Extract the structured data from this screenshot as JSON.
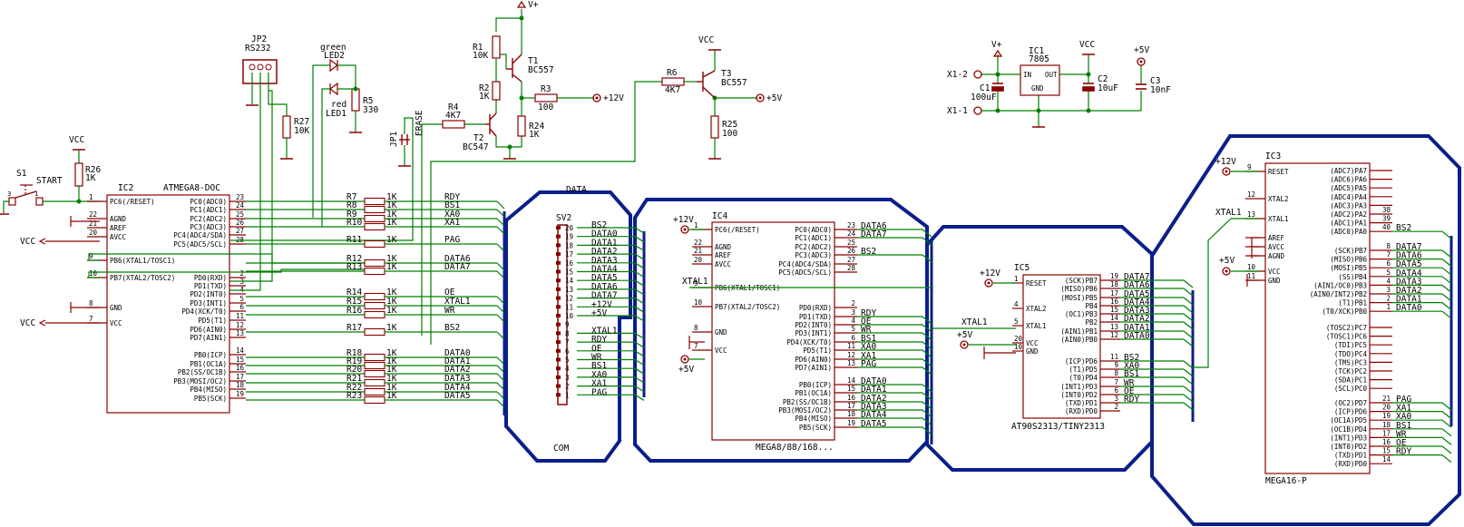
{
  "colors": {
    "wire": "#008000",
    "symbol": "#8b0000",
    "bus": "#0b1f8a",
    "text": "#000000"
  },
  "power": {
    "vcc": "VCC",
    "vplus": "V+",
    "p5": "+5V",
    "p12": "+12V"
  },
  "ic2": {
    "name": "IC2",
    "value": "ATMEGA8-DOC",
    "left_pins": [
      {
        "num": "1",
        "name": "PC6(/RESET)"
      },
      {
        "num": "22",
        "name": "AGND"
      },
      {
        "num": "21",
        "name": "AREF"
      },
      {
        "num": "20",
        "name": "AVCC"
      },
      {
        "num": "9",
        "name": "PB6(XTAL1/TOSC1)"
      },
      {
        "num": "10",
        "name": "PB7(XTAL2/TOSC2)"
      },
      {
        "num": "8",
        "name": "GND"
      },
      {
        "num": "7",
        "name": "VCC"
      }
    ],
    "right_pins": [
      {
        "num": "23",
        "name": "PC0(ADC0)"
      },
      {
        "num": "24",
        "name": "PC1(ADC1)"
      },
      {
        "num": "25",
        "name": "PC2(ADC2)"
      },
      {
        "num": "26",
        "name": "PC3(ADC3)"
      },
      {
        "num": "27",
        "name": "PC4(ADC4/SDA)"
      },
      {
        "num": "28",
        "name": "PC5(ADC5/SCL)"
      },
      {
        "num": "2",
        "name": "PD0(RXD)"
      },
      {
        "num": "3",
        "name": "PD1(TXD)"
      },
      {
        "num": "4",
        "name": "PD2(INT0)"
      },
      {
        "num": "5",
        "name": "PD3(INT1)"
      },
      {
        "num": "6",
        "name": "PD4(XCK/T0)"
      },
      {
        "num": "11",
        "name": "PD5(T1)"
      },
      {
        "num": "12",
        "name": "PD6(AIN0)"
      },
      {
        "num": "13",
        "name": "PD7(AIN1)"
      },
      {
        "num": "14",
        "name": "PB0(ICP)"
      },
      {
        "num": "15",
        "name": "PB1(OC1A)"
      },
      {
        "num": "16",
        "name": "PB2(SS/OC1B)"
      },
      {
        "num": "17",
        "name": "PB3(MOSI/OC2)"
      },
      {
        "num": "18",
        "name": "PB4(MISO)"
      },
      {
        "num": "19",
        "name": "PB5(SCK)"
      }
    ]
  },
  "resistors": [
    {
      "ref": "R7",
      "value": "1K",
      "net": "RDY"
    },
    {
      "ref": "R8",
      "value": "1K",
      "net": "BS1"
    },
    {
      "ref": "R9",
      "value": "1K",
      "net": "XA0"
    },
    {
      "ref": "R10",
      "value": "1K",
      "net": "XA1"
    },
    {
      "ref": "R11",
      "value": "1K",
      "net": "PAG"
    },
    {
      "ref": "R12",
      "value": "1K",
      "net": "DATA6"
    },
    {
      "ref": "R13",
      "value": "1K",
      "net": "DATA7"
    },
    {
      "ref": "R14",
      "value": "1K",
      "net": "OE"
    },
    {
      "ref": "R15",
      "value": "1K",
      "net": "XTAL1"
    },
    {
      "ref": "R16",
      "value": "1K",
      "net": "WR"
    },
    {
      "ref": "R17",
      "value": "1K",
      "net": "BS2"
    },
    {
      "ref": "R18",
      "value": "1K",
      "net": "DATA0"
    },
    {
      "ref": "R19",
      "value": "1K",
      "net": "DATA1"
    },
    {
      "ref": "R20",
      "value": "1K",
      "net": "DATA2"
    },
    {
      "ref": "R21",
      "value": "1K",
      "net": "DATA3"
    },
    {
      "ref": "R22",
      "value": "1K",
      "net": "DATA4"
    },
    {
      "ref": "R23",
      "value": "1K",
      "net": "DATA5"
    }
  ],
  "s1": {
    "ref": "S1",
    "label": "START"
  },
  "r26": {
    "ref": "R26",
    "value": "1K"
  },
  "r27": {
    "ref": "R27",
    "value": "10K"
  },
  "jp2": {
    "ref": "JP2",
    "value": "RS232"
  },
  "led2": {
    "ref": "LED2",
    "color": "green"
  },
  "led1": {
    "ref": "LED1",
    "color": "red"
  },
  "r5": {
    "ref": "R5",
    "value": "330"
  },
  "jp1": {
    "ref": "JP1",
    "label": "ERASE"
  },
  "r4": {
    "ref": "R4",
    "value": "4K7"
  },
  "r1": {
    "ref": "R1",
    "value": "10K"
  },
  "r2": {
    "ref": "R2",
    "value": "1K"
  },
  "r3": {
    "ref": "R3",
    "value": "100"
  },
  "r24": {
    "ref": "R24",
    "value": "1K"
  },
  "t1": {
    "ref": "T1",
    "value": "BC557"
  },
  "t2": {
    "ref": "T2",
    "value": "BC547"
  },
  "r6": {
    "ref": "R6",
    "value": "4K7"
  },
  "t3": {
    "ref": "T3",
    "value": "BC557"
  },
  "r25": {
    "ref": "R25",
    "value": "100"
  },
  "supply": {
    "x1_2": "X1-2",
    "x1_1": "X1-1",
    "ic1": "IC1",
    "ic1_value": "7805",
    "in": "IN",
    "out": "OUT",
    "gnd": "GND",
    "c1": "C1",
    "c1_value": "100uF",
    "c2": "C2",
    "c2_value": "10uF",
    "c3": "C3",
    "c3_value": "10nF"
  },
  "sv2": {
    "ref": "SV2",
    "bus_title": "DATA",
    "bus_bottom": "COM",
    "pins": [
      {
        "num": "20",
        "net": "BS2"
      },
      {
        "num": "19",
        "net": "DATA0"
      },
      {
        "num": "18",
        "net": "DATA1"
      },
      {
        "num": "17",
        "net": "DATA2"
      },
      {
        "num": "16",
        "net": "DATA3"
      },
      {
        "num": "15",
        "net": "DATA4"
      },
      {
        "num": "14",
        "net": "DATA5"
      },
      {
        "num": "13",
        "net": "DATA6"
      },
      {
        "num": "12",
        "net": "DATA7"
      },
      {
        "num": "11",
        "net": "+12V"
      },
      {
        "num": "10",
        "net": "+5V"
      },
      {
        "num": "9",
        "net": ""
      },
      {
        "num": "8",
        "net": "XTAL1"
      },
      {
        "num": "7",
        "net": "RDY"
      },
      {
        "num": "6",
        "net": "OE"
      },
      {
        "num": "5",
        "net": "WR"
      },
      {
        "num": "4",
        "net": "BS1"
      },
      {
        "num": "3",
        "net": "XA0"
      },
      {
        "num": "2",
        "net": "XA1"
      },
      {
        "num": "1",
        "net": "PAG"
      }
    ]
  },
  "ic4": {
    "name": "IC4",
    "value": "MEGA8/88/168...",
    "left_pins": [
      {
        "num": "1",
        "name": "PC6(/RESET)"
      },
      {
        "num": "22",
        "name": "AGND"
      },
      {
        "num": "21",
        "name": "AREF"
      },
      {
        "num": "20",
        "name": "AVCC"
      },
      {
        "num": "9",
        "name": "PB6(XTAL1/TOSC1)"
      },
      {
        "num": "10",
        "name": "PB7(XTAL2/TOSC2)"
      },
      {
        "num": "8",
        "name": "GND"
      },
      {
        "num": "7",
        "name": "VCC"
      }
    ],
    "right_pins": [
      {
        "num": "23",
        "name": "PC0(ADC0)",
        "net": "DATA6"
      },
      {
        "num": "24",
        "name": "PC1(ADC1)",
        "net": "DATA7"
      },
      {
        "num": "25",
        "name": "PC2(ADC2)",
        "net": ""
      },
      {
        "num": "26",
        "name": "PC3(ADC3)",
        "net": "BS2"
      },
      {
        "num": "27",
        "name": "PC4(ADC4/SDA)",
        "net": ""
      },
      {
        "num": "28",
        "name": "PC5(ADC5/SCL)",
        "net": ""
      },
      {
        "num": "2",
        "name": "PD0(RXD)",
        "net": ""
      },
      {
        "num": "3",
        "name": "PD1(TXD)",
        "net": "RDY"
      },
      {
        "num": "4",
        "name": "PD2(INT0)",
        "net": "OE"
      },
      {
        "num": "5",
        "name": "PD3(INT1)",
        "net": "WR"
      },
      {
        "num": "6",
        "name": "PD4(XCK/T0)",
        "net": "BS1"
      },
      {
        "num": "11",
        "name": "PD5(T1)",
        "net": "XA0"
      },
      {
        "num": "12",
        "name": "PD6(AIN0)",
        "net": "XA1"
      },
      {
        "num": "13",
        "name": "PD7(AIN1)",
        "net": "PAG"
      },
      {
        "num": "14",
        "name": "PB0(ICP)",
        "net": "DATA0"
      },
      {
        "num": "15",
        "name": "PB1(OC1A)",
        "net": "DATA1"
      },
      {
        "num": "16",
        "name": "PB2(SS/OC1B)",
        "net": "DATA2"
      },
      {
        "num": "17",
        "name": "PB3(MOSI/OC2)",
        "net": "DATA3"
      },
      {
        "num": "18",
        "name": "PB4(MISO)",
        "net": "DATA4"
      },
      {
        "num": "19",
        "name": "PB5(SCK)",
        "net": "DATA5"
      }
    ],
    "xtal_label": "XTAL1"
  },
  "ic5": {
    "name": "IC5",
    "value": "AT90S2313/TINY2313",
    "left_pins": [
      {
        "num": "1",
        "name": "RESET"
      },
      {
        "num": "4",
        "name": "XTAL2"
      },
      {
        "num": "5",
        "name": "XTAL1"
      },
      {
        "num": "20",
        "name": "VCC"
      },
      {
        "num": "10",
        "name": "GND"
      }
    ],
    "right_pins": [
      {
        "num": "19",
        "name": "(SCK)PB7",
        "net": "DATA7"
      },
      {
        "num": "18",
        "name": "(MISO)PB6",
        "net": "DATA6"
      },
      {
        "num": "17",
        "name": "(MOSI)PB5",
        "net": "DATA5"
      },
      {
        "num": "16",
        "name": "PB4",
        "net": "DATA4"
      },
      {
        "num": "15",
        "name": "(OC1)PB3",
        "net": "DATA3"
      },
      {
        "num": "14",
        "name": "PB2",
        "net": "DATA2"
      },
      {
        "num": "13",
        "name": "(AIN1)PB1",
        "net": "DATA1"
      },
      {
        "num": "12",
        "name": "(AIN0)PB0",
        "net": "DATA0"
      },
      {
        "num": "11",
        "name": "(ICP)PD6",
        "net": "BS2"
      },
      {
        "num": "9",
        "name": "(T1)PD5",
        "net": "XA0"
      },
      {
        "num": "8",
        "name": "(T0)PD4",
        "net": "BS1"
      },
      {
        "num": "7",
        "name": "(INT1)PD3",
        "net": "WR"
      },
      {
        "num": "6",
        "name": "(INT0)PD2",
        "net": "OE"
      },
      {
        "num": "3",
        "name": "(TXD)PD1",
        "net": "RDY"
      },
      {
        "num": "2",
        "name": "(RXD)PD0",
        "net": ""
      }
    ],
    "xtal_label": "XTAL1"
  },
  "ic3": {
    "name": "IC3",
    "value": "MEGA16-P",
    "left_pins": [
      {
        "num": "9",
        "name": "RESET"
      },
      {
        "num": "12",
        "name": "XTAL2"
      },
      {
        "num": "13",
        "name": "XTAL1"
      },
      {
        "num": "",
        "name": "AREF"
      },
      {
        "num": "",
        "name": "AVCC"
      },
      {
        "num": "",
        "name": "AGND"
      },
      {
        "num": "10",
        "name": "VCC"
      },
      {
        "num": "11",
        "name": "GND"
      }
    ],
    "right_pins": [
      {
        "num": "",
        "name": "(ADC7)PA7",
        "net": ""
      },
      {
        "num": "",
        "name": "(ADC6)PA6",
        "net": ""
      },
      {
        "num": "",
        "name": "(ADC5)PA5",
        "net": ""
      },
      {
        "num": "",
        "name": "(ADC4)PA4",
        "net": ""
      },
      {
        "num": "",
        "name": "(ADC3)PA3",
        "net": ""
      },
      {
        "num": "38",
        "name": "(ADC2)PA2",
        "net": ""
      },
      {
        "num": "39",
        "name": "(ADC1)PA1",
        "net": ""
      },
      {
        "num": "40",
        "name": "(ADC0)PA0",
        "net": "BS2"
      },
      {
        "num": "8",
        "name": "(SCK)PB7",
        "net": "DATA7"
      },
      {
        "num": "7",
        "name": "(MISO)PB6",
        "net": "DATA6"
      },
      {
        "num": "6",
        "name": "(MOSI)PB5",
        "net": "DATA5"
      },
      {
        "num": "5",
        "name": "(SS)PB4",
        "net": "DATA4"
      },
      {
        "num": "4",
        "name": "(AIN1/OC0)PB3",
        "net": "DATA3"
      },
      {
        "num": "3",
        "name": "(AIN0/INT2)PB2",
        "net": "DATA2"
      },
      {
        "num": "2",
        "name": "(T1)PB1",
        "net": "DATA1"
      },
      {
        "num": "1",
        "name": "(T0/XCK)PB0",
        "net": "DATA0"
      },
      {
        "num": "",
        "name": "(TOSC2)PC7",
        "net": ""
      },
      {
        "num": "",
        "name": "(TOSC1)PC6",
        "net": ""
      },
      {
        "num": "",
        "name": "(TDI)PC5",
        "net": ""
      },
      {
        "num": "",
        "name": "(TDO)PC4",
        "net": ""
      },
      {
        "num": "",
        "name": "(TMS)PC3",
        "net": ""
      },
      {
        "num": "",
        "name": "(TCK)PC2",
        "net": ""
      },
      {
        "num": "",
        "name": "(SDA)PC1",
        "net": ""
      },
      {
        "num": "",
        "name": "(SCL)PC0",
        "net": ""
      },
      {
        "num": "21",
        "name": "(OC2)PD7",
        "net": "PAG"
      },
      {
        "num": "20",
        "name": "(ICP)PD6",
        "net": "XA1"
      },
      {
        "num": "19",
        "name": "(OC1A)PD5",
        "net": "XA0"
      },
      {
        "num": "18",
        "name": "(OC1B)PD4",
        "net": "BS1"
      },
      {
        "num": "17",
        "name": "(INT1)PD3",
        "net": "WR"
      },
      {
        "num": "16",
        "name": "(INT0)PD2",
        "net": "OE"
      },
      {
        "num": "15",
        "name": "(TXD)PD1",
        "net": "RDY"
      },
      {
        "num": "14",
        "name": "(RXD)PD0",
        "net": ""
      }
    ],
    "xtal_label": "XTAL1"
  }
}
